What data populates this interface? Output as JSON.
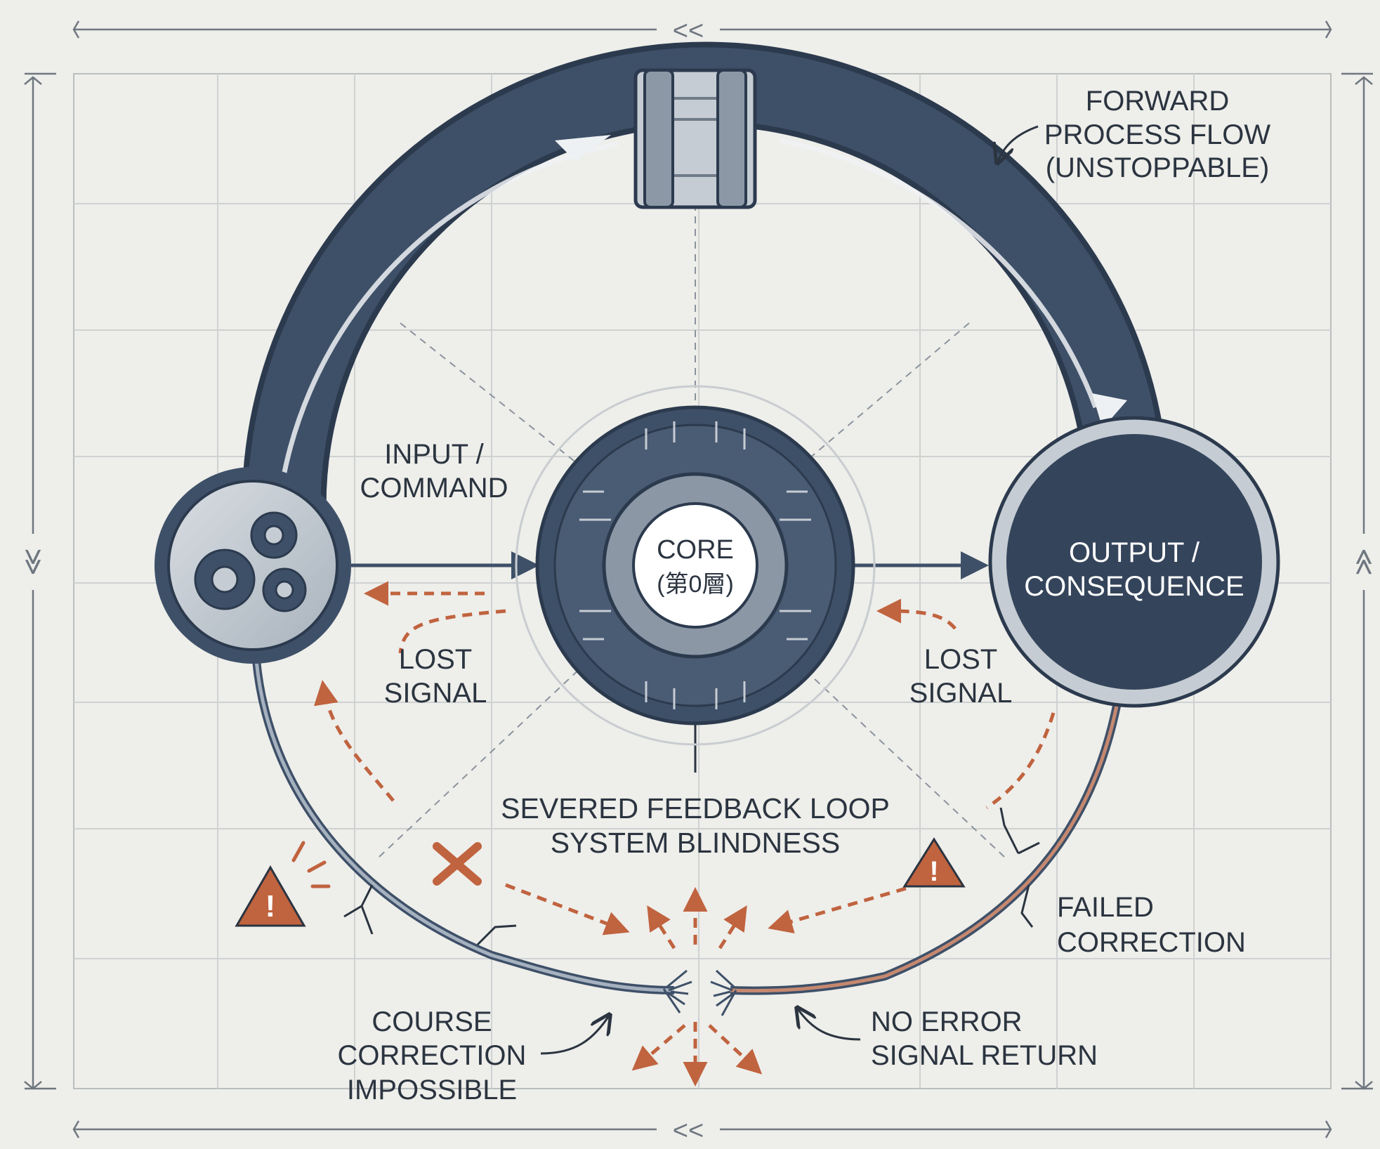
{
  "labels": {
    "forward_flow": [
      "FORWARD",
      "PROCESS FLOW",
      "(UNSTOPPABLE)"
    ],
    "input": [
      "INPUT /",
      "COMMAND"
    ],
    "core": [
      "CORE",
      "(第0層)"
    ],
    "output": [
      "OUTPUT /",
      "CONSEQUENCE"
    ],
    "lost_signal_left": [
      "LOST",
      "SIGNAL"
    ],
    "lost_signal_right": [
      "LOST",
      "SIGNAL"
    ],
    "severed": [
      "SEVERED FEEDBACK LOOP",
      "SYSTEM BLINDNESS"
    ],
    "failed_correction": [
      "FAILED",
      "CORRECTION"
    ],
    "course_correction": [
      "COURSE",
      "CORRECTION",
      "IMPOSSIBLE"
    ],
    "no_error": [
      "NO ERROR",
      "SIGNAL RETURN"
    ],
    "dim_marker": "<<",
    "warning_mark": "!",
    "side_marker_left": "≫",
    "side_marker_right": "≪"
  },
  "colors": {
    "background": "#eeeeea",
    "grid": "#cfd2d2",
    "pipe": "#3e5068",
    "pipe_dark": "#2c3a4e",
    "ink": "#2b3440",
    "signal": "#c0633f",
    "output_fill": "#34445b"
  },
  "icons": [
    "gears-icon",
    "circuit-gear-icon",
    "warning-icon",
    "cross-icon",
    "frayed-wire-icon"
  ]
}
